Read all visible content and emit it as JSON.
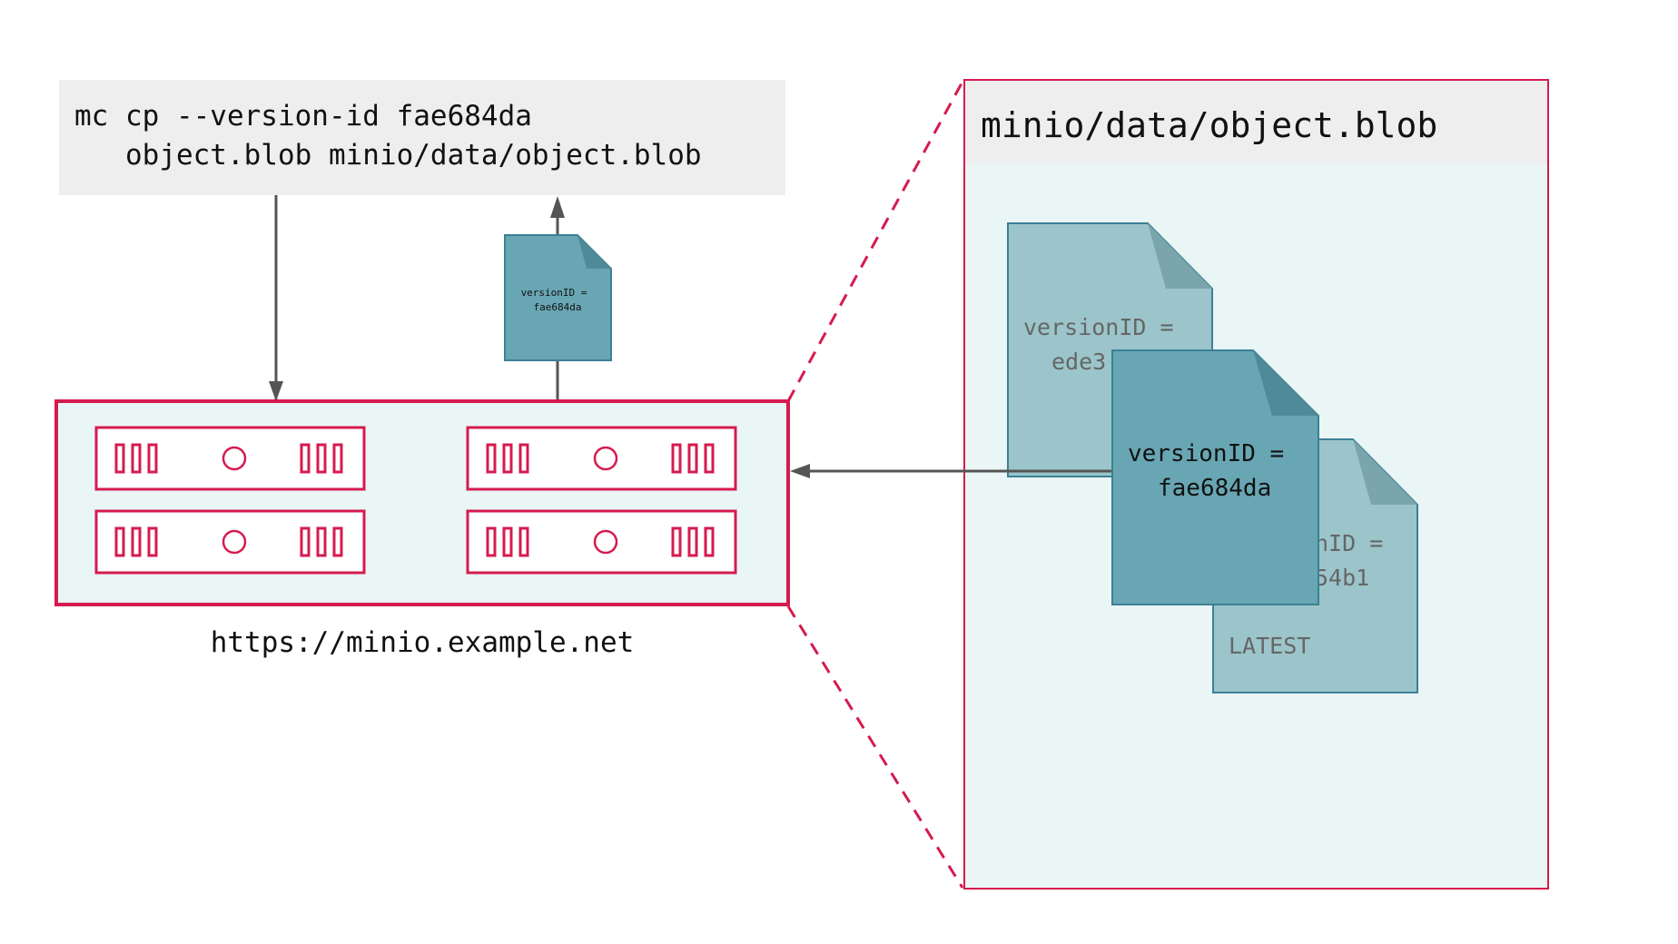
{
  "command": {
    "line1": "mc cp --version-id fae684da",
    "line2": "   object.blob minio/data/object.blob"
  },
  "returned_doc": {
    "label_line1": "versionID =",
    "label_line2": "fae684da"
  },
  "server": {
    "url": "https://minio.example.net"
  },
  "bucket_zoom": {
    "path": "minio/data/object.blob",
    "versions": [
      {
        "label_line1": "versionID =",
        "label_line2": "ede3"
      },
      {
        "label_line1": "versionID =",
        "label_line2": "fae684da"
      },
      {
        "label_line1": "nID =",
        "label_line2": "54b1",
        "tag": "LATEST"
      }
    ]
  },
  "colors": {
    "accent": "#d51b4f",
    "teal": "#68a6b3",
    "teal_light": "#9bc5ca",
    "arrow": "#555555"
  }
}
